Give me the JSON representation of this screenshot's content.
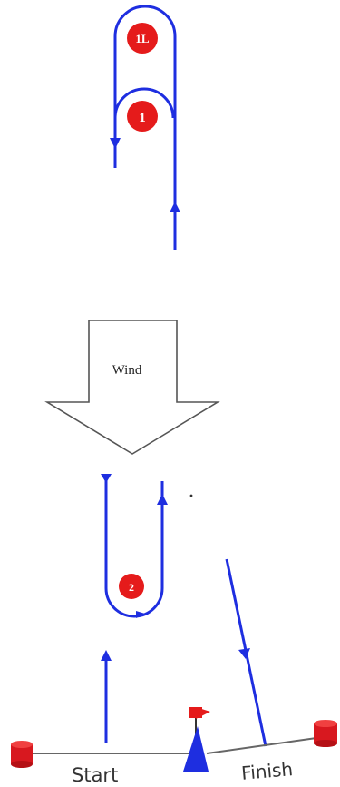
{
  "colors": {
    "course_line": "#1e2ee0",
    "mark_fill": "#e51b1b",
    "buoy_red": "#d8181f",
    "arrow_outline": "#555555",
    "line_gray": "#666666",
    "committee_flag": "#e51b1b",
    "committee_boat": "#1e2ee0"
  },
  "marks": {
    "mark_1L": "1L",
    "mark_1": "1",
    "mark_2": "2"
  },
  "wind": {
    "label": "Wind"
  },
  "start_line": {
    "start_label": "Start",
    "finish_label": "Finish"
  },
  "icons": {
    "start_pin": "cylinder-buoy-icon",
    "finish_pin": "cylinder-buoy-icon",
    "committee": "flag-icon"
  }
}
